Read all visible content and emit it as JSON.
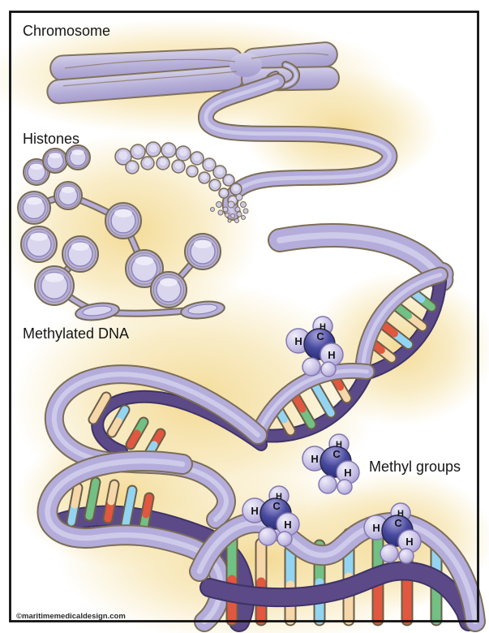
{
  "illustration": {
    "title_labels": {
      "chromosome": "Chromosome",
      "histones": "Histones",
      "methylated_dna": "Methylated DNA",
      "methyl_groups": "Methyl groups"
    },
    "atoms": {
      "hydrogen": "H",
      "carbon": "C"
    },
    "copyright": "©maritimemedicaldesign.com",
    "colors": {
      "ribbon_lavender": "#b4addb",
      "ribbon_highlight": "#d9d5ef",
      "ribbon_dark_purple": "#5c4a88",
      "ribbon_dark_outline": "#3f3366",
      "outline_brown": "#7d6e55",
      "glow_yellow": "#f3d88f",
      "base_red": "#e2573f",
      "base_green": "#72c083",
      "base_blue": "#92d4f2",
      "base_peach": "#f6d7a9",
      "base_outline": "#6b5e48",
      "carbon_sphere": "#1e2166",
      "hydrogen_sphere": "#c6bfe5",
      "bead_fill": "#b6afd8",
      "bead_inner": "#dad6ee",
      "label_text": "#151515",
      "frame": "#111111"
    }
  }
}
